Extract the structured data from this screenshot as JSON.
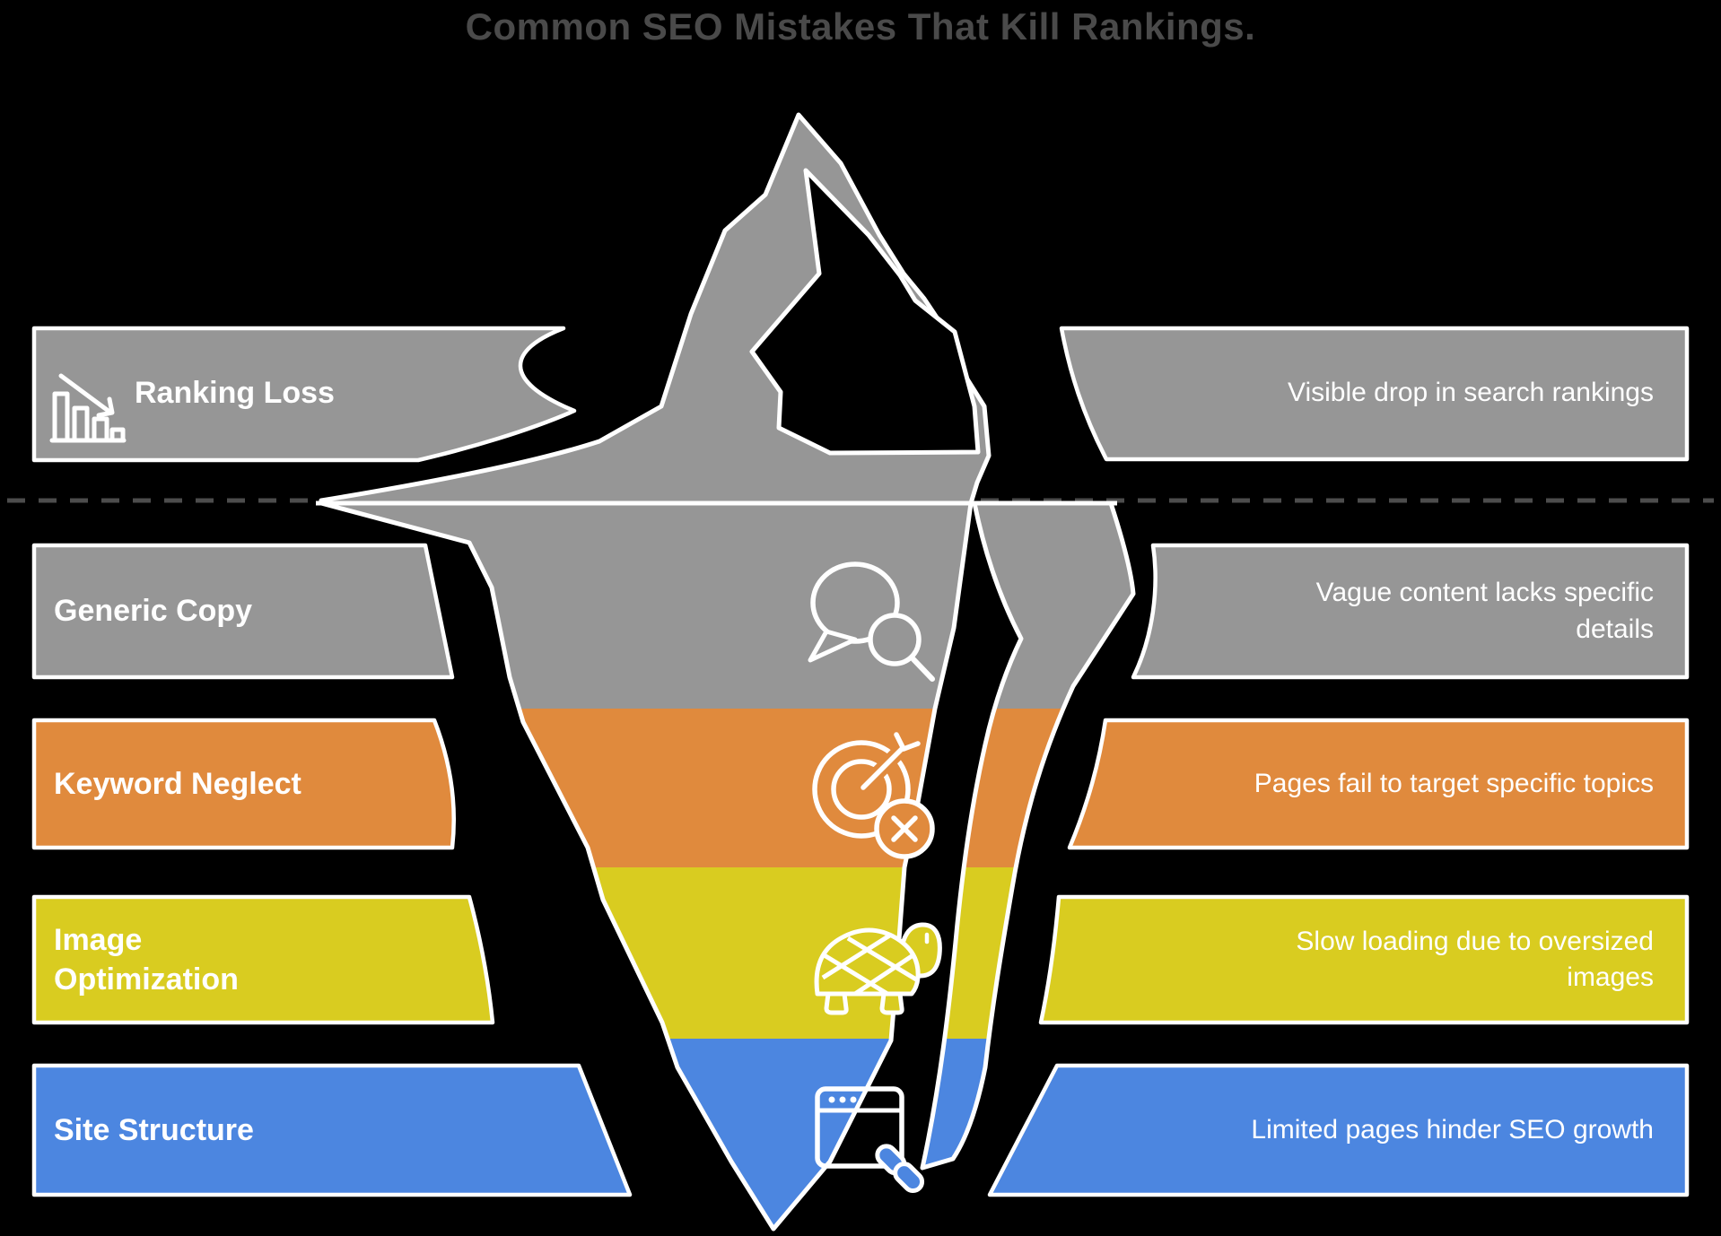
{
  "title": "Common SEO Mistakes That Kill Rankings.",
  "colors": {
    "background": "#000000",
    "outline": "#FFFFFF",
    "title_text": "#4A4A4A",
    "waterline_dash": "#4D4D4D",
    "gray": "#969696",
    "orange": "#E08A3D",
    "yellow": "#D9CC20",
    "blue": "#4C86E0"
  },
  "rows": [
    {
      "label": "Ranking Loss",
      "description": "Visible drop in search rankings",
      "color": "#969696",
      "icon": "declining-bar-chart-icon",
      "position": "above-waterline"
    },
    {
      "label": "Generic Copy",
      "description": "Vague content lacks specific details",
      "color": "#969696",
      "icon": "speech-bubble-search-icon",
      "position": "below-waterline"
    },
    {
      "label": "Keyword Neglect",
      "description": "Pages fail to target specific topics",
      "color": "#E08A3D",
      "icon": "missed-target-icon",
      "position": "below-waterline"
    },
    {
      "label": "Image Optimization",
      "description": "Slow loading due to oversized images",
      "color": "#D9CC20",
      "icon": "turtle-icon",
      "position": "below-waterline"
    },
    {
      "label": "Site Structure",
      "description": "Limited pages hinder SEO growth",
      "color": "#4C86E0",
      "icon": "browser-link-icon",
      "position": "below-waterline"
    }
  ]
}
